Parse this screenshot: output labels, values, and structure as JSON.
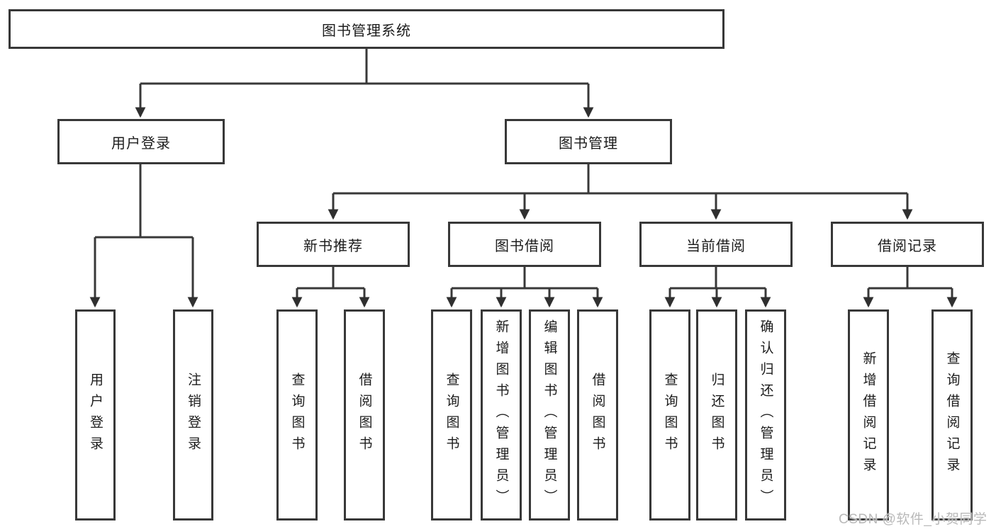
{
  "diagram": {
    "type": "hierarchy-tree",
    "line_color": "#383838",
    "text_color": "#1c1c1c",
    "background_color": "#ffffff",
    "nodes": {
      "root": "图书管理系统",
      "l2": [
        "用户登录",
        "图书管理"
      ],
      "l3": [
        "新书推荐",
        "图书借阅",
        "当前借阅",
        "借阅记录"
      ],
      "leaves_user": [
        "用户登录",
        "注销登录"
      ],
      "leaves_recommend": [
        "查询图书",
        "借阅图书"
      ],
      "leaves_borrow": [
        "查询图书",
        "新增图书（管理员）",
        "编辑图书（管理员）",
        "借阅图书"
      ],
      "leaves_current": [
        "查询图书",
        "归还图书",
        "确认归还（管理员）"
      ],
      "leaves_records": [
        "新增借阅记录",
        "查询借阅记录"
      ]
    }
  },
  "watermark": {
    "text": "CSDN @软件_小贺同学",
    "color": "#b9b9b9"
  }
}
